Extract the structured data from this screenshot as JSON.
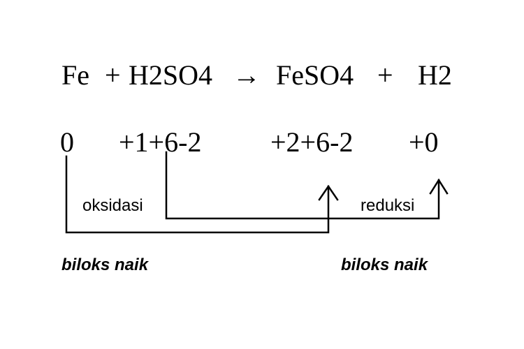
{
  "equation": {
    "fe": "Fe",
    "plus1": "+",
    "h2so4": "H2SO4",
    "arrow": "→",
    "feso4": "FeSO4",
    "plus2": "+",
    "h2": "H2"
  },
  "oxidation_numbers": {
    "fe": "0",
    "h2so4": "+1+6-2",
    "feso4": "+2+6-2",
    "h2": "+0"
  },
  "labels": {
    "oxidation": "oksidasi",
    "reduction": "reduksi",
    "left_note": "biloks naik",
    "right_note": "biloks naik"
  }
}
